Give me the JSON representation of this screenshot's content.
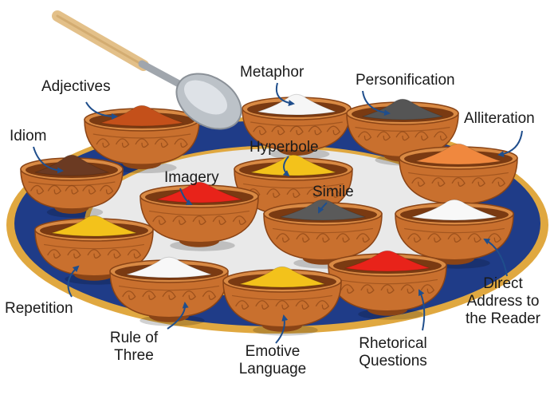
{
  "colors": {
    "plate_rim": "#1f3c88",
    "plate_gold": "#e0a840",
    "plate_center": "#e9e9e9",
    "bowl": "#c9702e",
    "bowl_dark": "#8a4416",
    "arrow": "#1f4e8c"
  },
  "spoon": {
    "icon": "spoon-icon"
  },
  "bowls": [
    {
      "id": "adjectives",
      "label": "Adjectives",
      "spice_color": "#c4501a"
    },
    {
      "id": "metaphor",
      "label": "Metaphor",
      "spice_color": "#f6f6f6"
    },
    {
      "id": "personification",
      "label": "Personification",
      "spice_color": "#555555"
    },
    {
      "id": "idiom",
      "label": "Idiom",
      "spice_color": "#6b3a22"
    },
    {
      "id": "hyperbole",
      "label": "Hyperbole",
      "spice_color": "#f3c21b"
    },
    {
      "id": "alliteration",
      "label": "Alliteration",
      "spice_color": "#f0883e"
    },
    {
      "id": "imagery",
      "label": "Imagery",
      "spice_color": "#e8231a"
    },
    {
      "id": "simile",
      "label": "Simile",
      "spice_color": "#5a5a5a"
    },
    {
      "id": "repetition",
      "label": "Repetition",
      "spice_color": "#f3c21b"
    },
    {
      "id": "direct-address",
      "label_lines": [
        "Direct",
        "Address to",
        "the Reader"
      ],
      "spice_color": "#f8f8f8"
    },
    {
      "id": "rule-of-three",
      "label_lines": [
        "Rule of",
        "Three"
      ],
      "spice_color": "#f8f8f8"
    },
    {
      "id": "emotive-language",
      "label_lines": [
        "Emotive",
        "Language"
      ],
      "spice_color": "#f3c21b"
    },
    {
      "id": "rhetorical-questions",
      "label_lines": [
        "Rhetorical",
        "Questions"
      ],
      "spice_color": "#e8231a"
    }
  ]
}
